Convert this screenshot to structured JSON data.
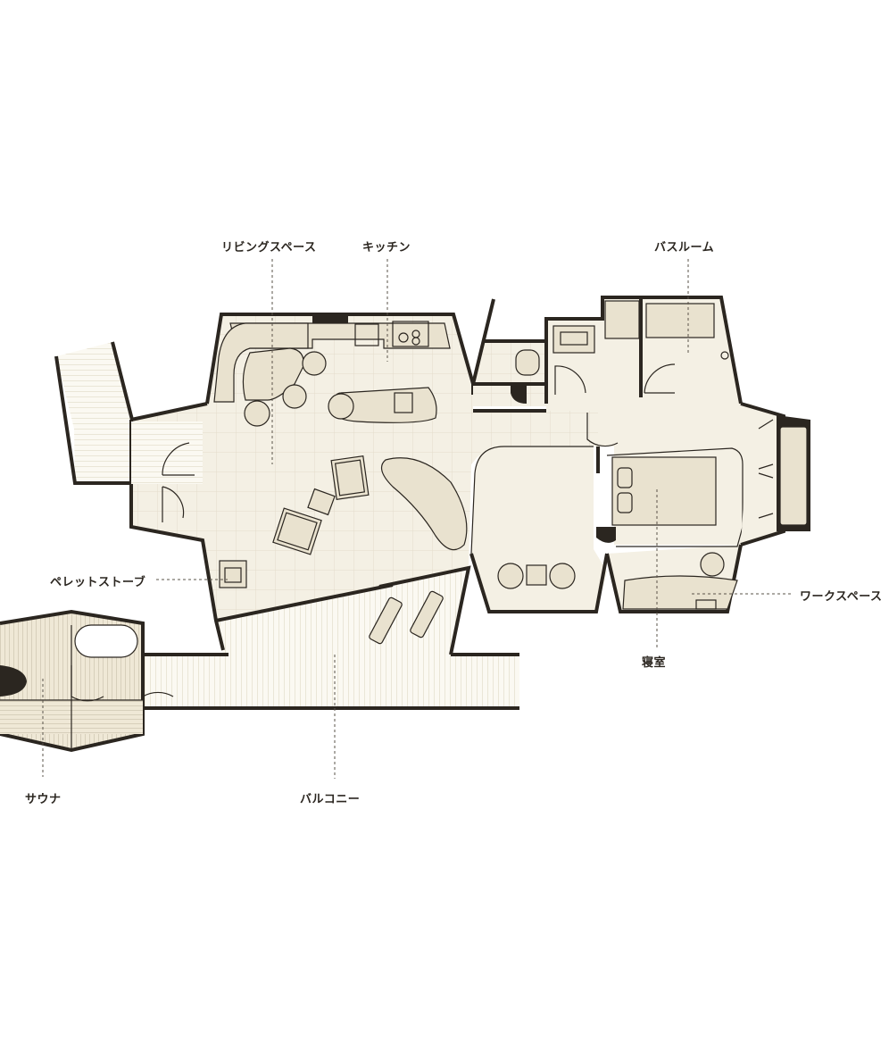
{
  "labels": {
    "living": "リビングスペース",
    "kitchen": "キッチン",
    "bathroom": "バスルーム",
    "pellet_stove": "ペレットストーブ",
    "workspace": "ワークスペース",
    "bedroom": "寝室",
    "sauna": "サウナ",
    "balcony": "バルコニー"
  },
  "colors": {
    "wall": "#2b2620",
    "floor": "#f4f0e4",
    "furniture": "#e9e2cf",
    "grid": "#e3dccb",
    "deck": "#d9d2bc"
  }
}
